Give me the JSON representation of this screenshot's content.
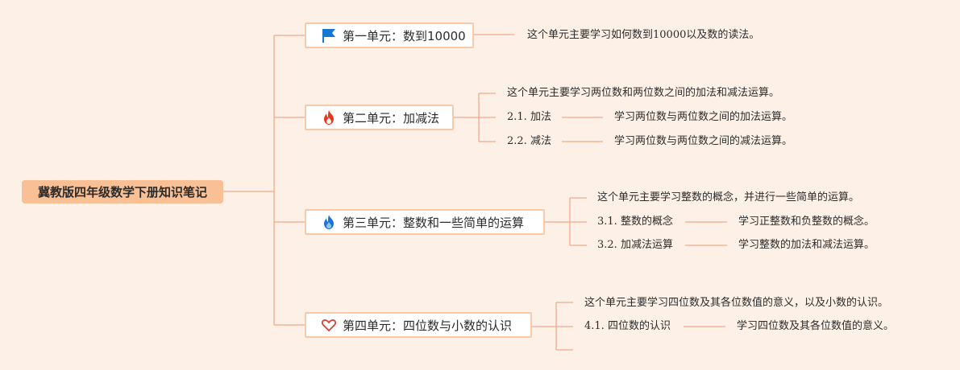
{
  "root": {
    "title": "冀教版四年级数学下册知识笔记"
  },
  "units": [
    {
      "label": "第一单元：数到10000",
      "icon": "flag-icon",
      "summary": "这个单元主要学习如何数到10000以及数的读法。",
      "topics": []
    },
    {
      "label": "第二单元：加减法",
      "icon": "fire-icon",
      "summary": "这个单元主要学习两位数和两位数之间的加法和减法运算。",
      "topics": [
        {
          "label": "2.1. 加法",
          "desc": "学习两位数与两位数之间的加法运算。"
        },
        {
          "label": "2.2. 减法",
          "desc": "学习两位数与两位数之间的减法运算。"
        }
      ]
    },
    {
      "label": "第三单元：整数和一些简单的运算",
      "icon": "flame-blue-icon",
      "summary": "这个单元主要学习整数的概念，并进行一些简单的运算。",
      "topics": [
        {
          "label": "3.1. 整数的概念",
          "desc": "学习正整数和负整数的概念。"
        },
        {
          "label": "3.2. 加减法运算",
          "desc": "学习整数的加法和减法运算。"
        }
      ]
    },
    {
      "label": "第四单元：四位数与小数的认识",
      "icon": "heart-icon",
      "summary": "这个单元主要学习四位数及其各位数值的意义，以及小数的认识。",
      "topics": [
        {
          "label": "4.1. 四位数的认识",
          "desc": "学习四位数及其各位数值的意义。"
        }
      ]
    }
  ],
  "colors": {
    "background": "#fdf0e6",
    "root_fill": "#f9bf95",
    "connector": "#f4a88a",
    "unit_border": "#f6c9aa"
  }
}
